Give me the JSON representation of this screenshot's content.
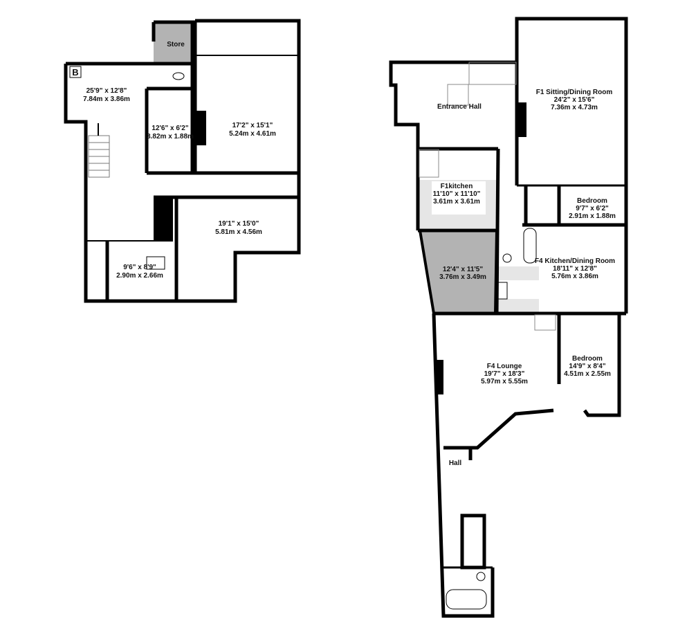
{
  "basement": {
    "marker": "B",
    "store": "Store",
    "rooms": [
      {
        "dims_imperial": "25'9\"  x 12'8\"",
        "dims_metric": "7.84m  x 3.86m"
      },
      {
        "dims_imperial": "12'6\"  x 6'2\"",
        "dims_metric": "3.82m  x 1.88m"
      },
      {
        "dims_imperial": "17'2\"  x 15'1\"",
        "dims_metric": "5.24m  x 4.61m"
      },
      {
        "dims_imperial": "19'1\"  x 15'0\"",
        "dims_metric": "5.81m  x 4.56m"
      },
      {
        "dims_imperial": "9'6\"  x 8'9\"",
        "dims_metric": "2.90m  x 2.66m"
      }
    ]
  },
  "ground": {
    "entrance_hall": "Entrance Hall",
    "sitting": {
      "name": "F1 Sitting/Dining Room",
      "dims_imperial": "24'2\"  x 15'6\"",
      "dims_metric": "7.36m  x 4.73m"
    },
    "f1kitchen": {
      "name": "F1kitchen",
      "dims_imperial": "11'10\"  x 11'10\"",
      "dims_metric": "3.61m  x 3.61m"
    },
    "bedroom1": {
      "name": "Bedroom",
      "dims_imperial": "9'7\"  x 6'2\"",
      "dims_metric": "2.91m  x 1.88m"
    },
    "grey_room": {
      "dims_imperial": "12'4\"  x 11'5\"",
      "dims_metric": "3.76m  x 3.49m"
    },
    "f4kitchen": {
      "name": "F4 Kitchen/Dining Room",
      "dims_imperial": "18'11\"  x 12'8\"",
      "dims_metric": "5.76m  x 3.86m"
    },
    "lounge": {
      "name": "F4 Lounge",
      "dims_imperial": "19'7\"  x 18'3\"",
      "dims_metric": "5.97m  x 5.55m"
    },
    "bedroom2": {
      "name": "Bedroom",
      "dims_imperial": "14'9\"  x 8'4\"",
      "dims_metric": "4.51m  x 2.55m"
    },
    "hall": "Hall"
  },
  "colors": {
    "wall": "#000000",
    "shaded_room": "#b3b3b3",
    "fixtures": "#e6e6e6"
  }
}
